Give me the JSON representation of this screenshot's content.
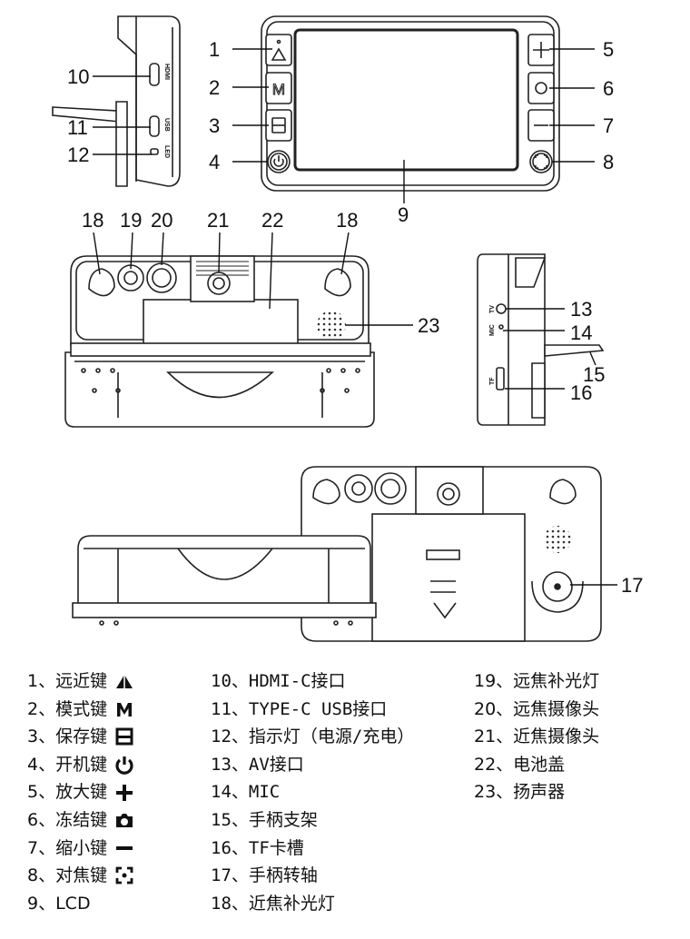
{
  "diagram": {
    "callouts": {
      "c1": "1",
      "c2": "2",
      "c3": "3",
      "c4": "4",
      "c5": "5",
      "c6": "6",
      "c7": "7",
      "c8": "8",
      "c9": "9",
      "c10": "10",
      "c11": "11",
      "c12": "12",
      "c13": "13",
      "c14": "14",
      "c15": "15",
      "c16": "16",
      "c17": "17",
      "c18a": "18",
      "c18b": "18",
      "c19": "19",
      "c20": "20",
      "c21": "21",
      "c22": "22",
      "c23": "23"
    },
    "side_labels": {
      "hdmi": "HDMI",
      "usb": "USB",
      "led": "LED",
      "tv": "TV",
      "mic": "MIC",
      "tf": "TF"
    }
  },
  "legend": {
    "col1": [
      {
        "text": "1、远近键",
        "icon": "triangle-icon"
      },
      {
        "text": "2、模式键",
        "icon": "m-letter-icon"
      },
      {
        "text": "3、保存键",
        "icon": "save-icon"
      },
      {
        "text": "4、开机键",
        "icon": "power-icon"
      },
      {
        "text": "5、放大键",
        "icon": "plus-icon"
      },
      {
        "text": "6、冻结键",
        "icon": "camera-icon"
      },
      {
        "text": "7、缩小键",
        "icon": "minus-icon"
      },
      {
        "text": "8、对焦键",
        "icon": "focus-icon"
      },
      {
        "text": "9、LCD",
        "icon": ""
      }
    ],
    "col2": [
      "10、HDMI-C接口",
      "11、TYPE-C USB接口",
      "12、指示灯（电源/充电）",
      "13、AV接口",
      "14、MIC",
      "15、手柄支架",
      "16、TF卡槽",
      "17、手柄转轴",
      "18、近焦补光灯"
    ],
    "col3": [
      "19、远焦补光灯",
      "20、远焦摄像头",
      "21、近焦摄像头",
      "22、电池盖",
      "23、扬声器"
    ]
  }
}
